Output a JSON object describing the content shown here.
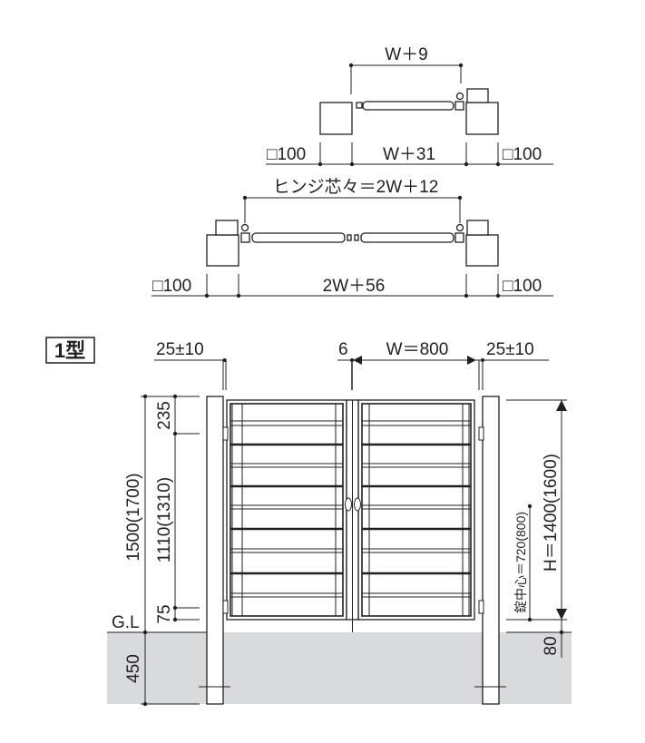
{
  "plan_single": {
    "top_dim": "W＋9",
    "bottom_dim": "W＋31",
    "post_left": "□100",
    "post_right": "□100"
  },
  "plan_double": {
    "top_dim": "ヒンジ芯々＝2W＋12",
    "bottom_dim": "2W＋56",
    "post_left": "□100",
    "post_right": "□100"
  },
  "elevation": {
    "type_label": "1型",
    "gap_left": "25±10",
    "center_gap": "6",
    "width": "W＝800",
    "gap_right": "25±10",
    "post_height": "1500(1700)",
    "top_offset": "235",
    "middle": "1110(1310)",
    "bottom_offset": "75",
    "ground_label": "G.L",
    "embed_depth": "450",
    "gate_height": "H＝1400(1600)",
    "lock_center": "錠中心＝720(800)",
    "ground_clearance": "80"
  },
  "colors": {
    "ground": "#d9dadb",
    "line": "#231f20"
  }
}
